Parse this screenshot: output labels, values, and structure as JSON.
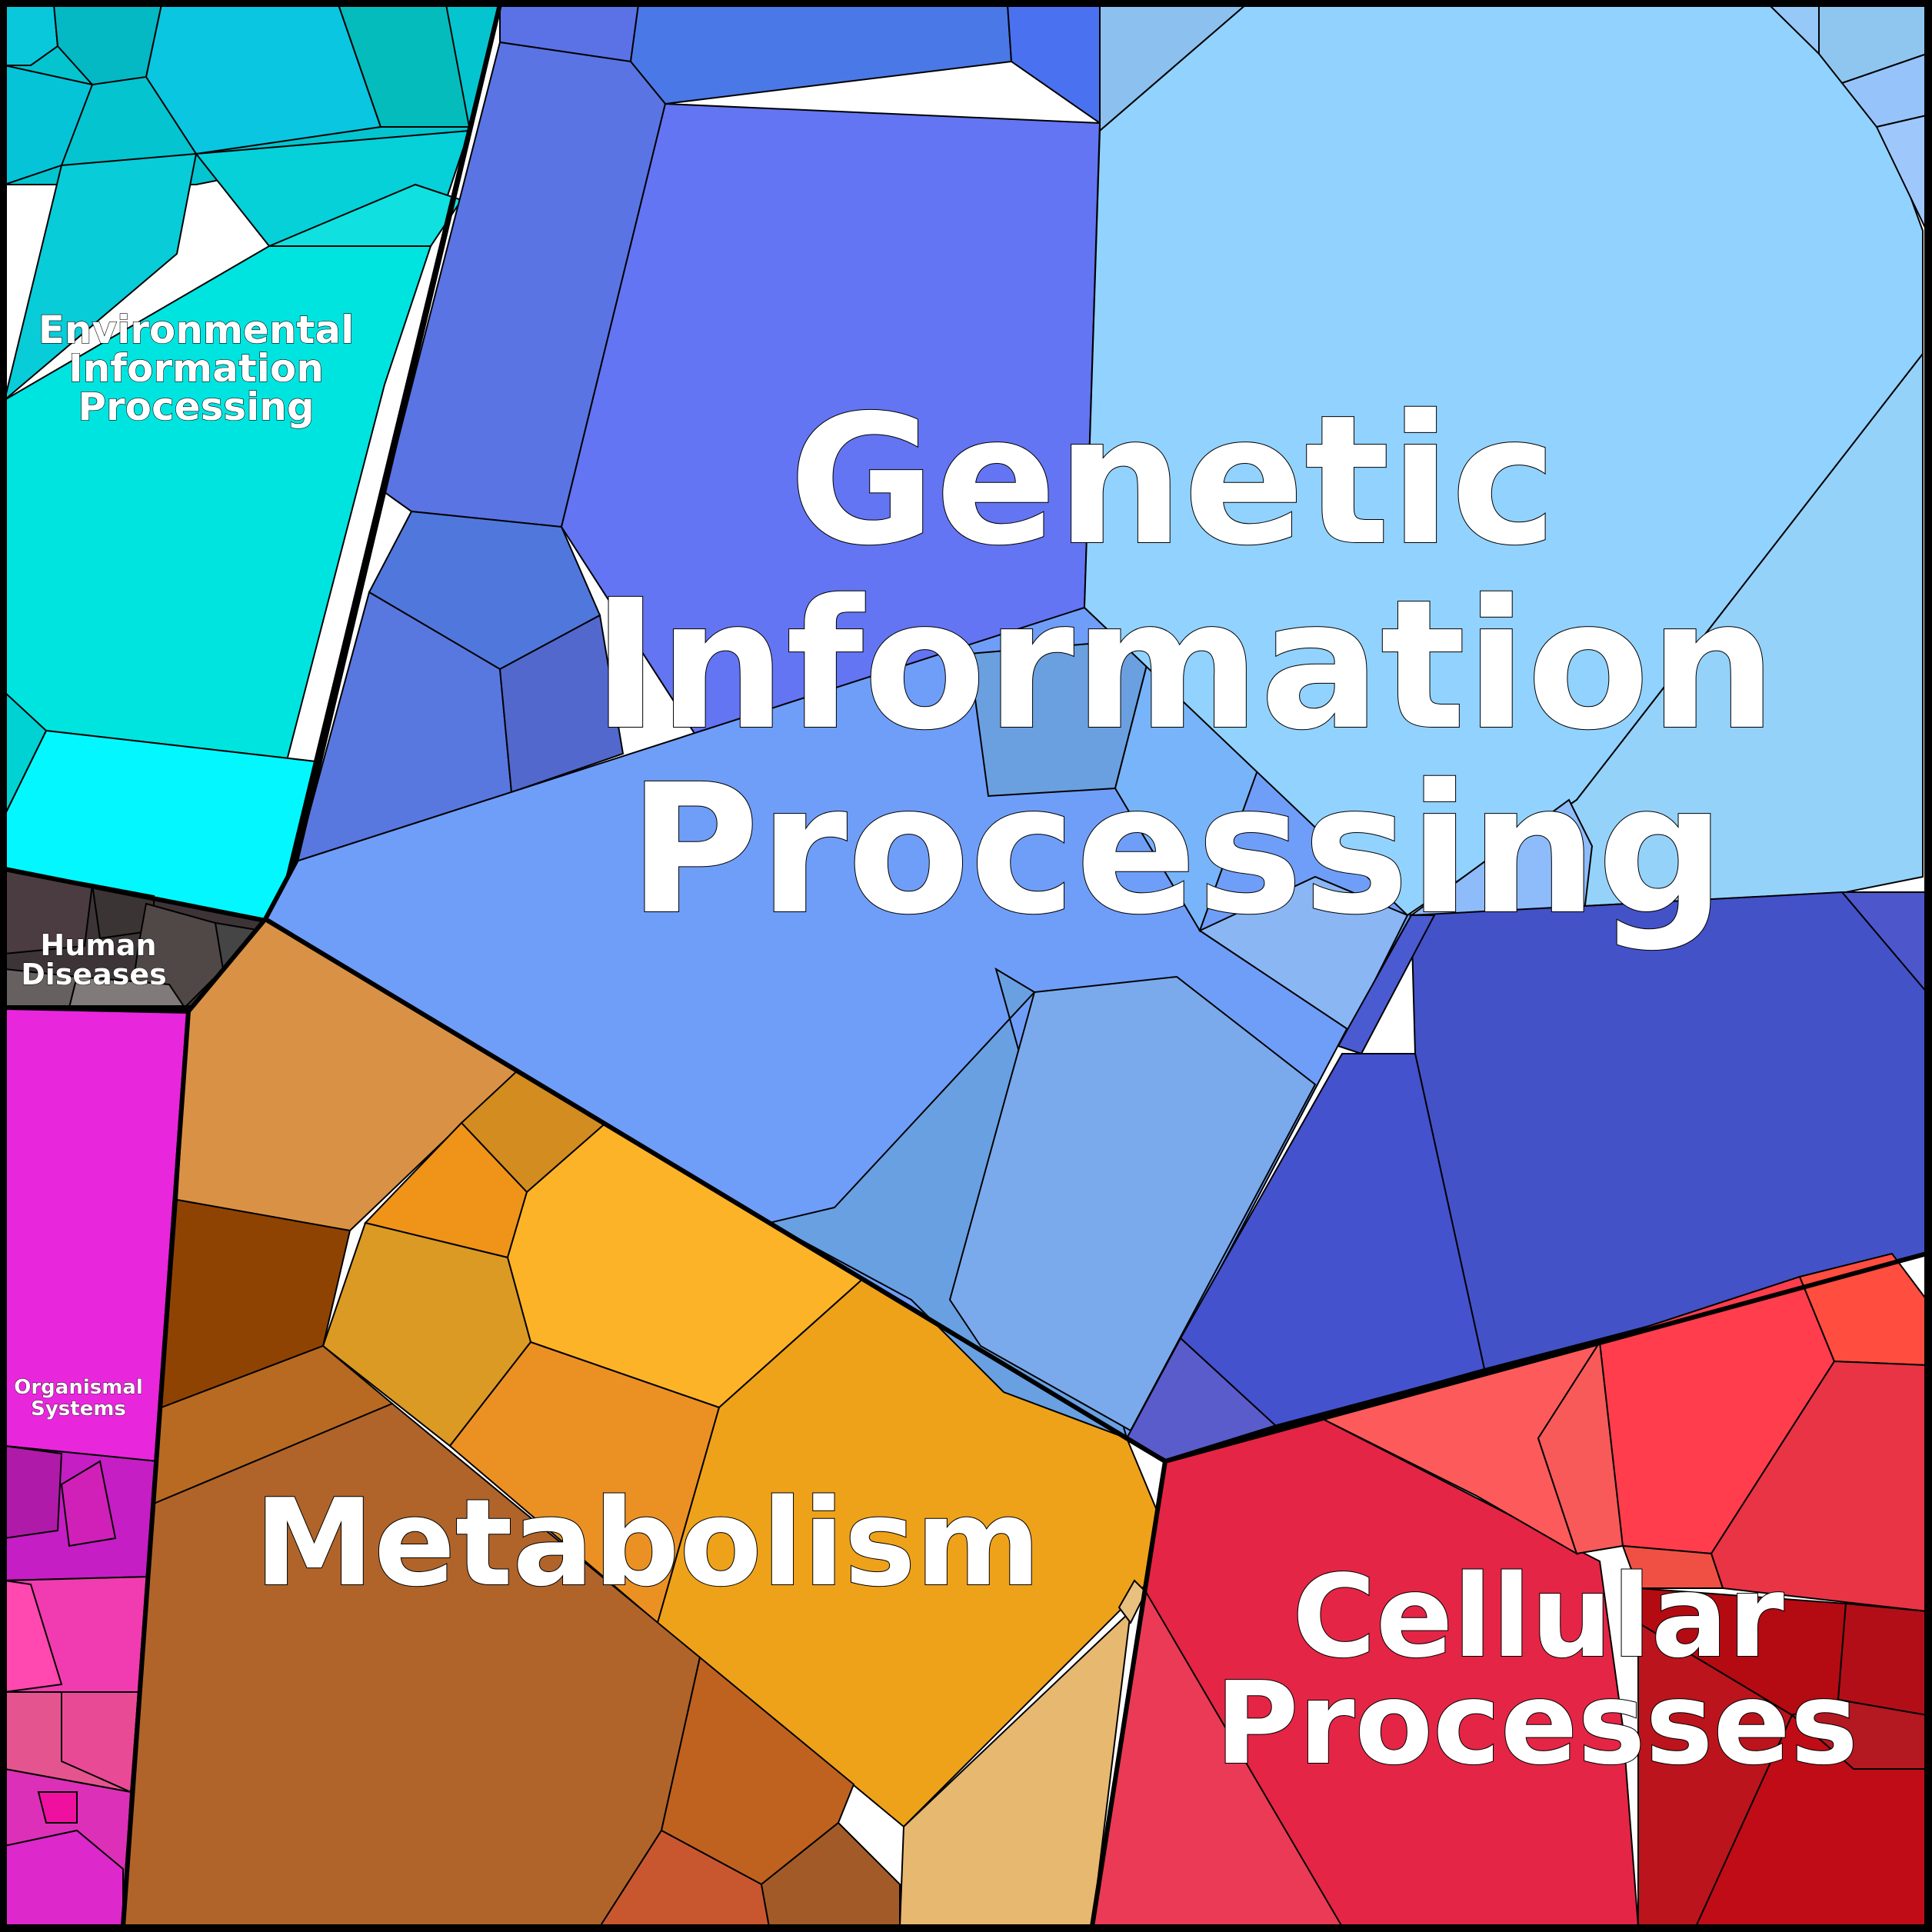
{
  "title": "",
  "regions": [
    {
      "id": "genetic",
      "label_lines": [
        "Genetic",
        "Information",
        "Processing"
      ],
      "color": "#6d9ef8"
    },
    {
      "id": "metabolism",
      "label_lines": [
        "Metabolism"
      ],
      "color": "#e8a02a"
    },
    {
      "id": "cellular",
      "label_lines": [
        "Cellular",
        "Processes"
      ],
      "color": "#e0263f"
    },
    {
      "id": "environmental",
      "label_lines": [
        "Environmental",
        "Information",
        "Processing"
      ],
      "color": "#00e6e6"
    },
    {
      "id": "human",
      "label_lines": [
        "Human",
        "Diseases"
      ],
      "color": "#4a4040"
    },
    {
      "id": "organismal",
      "label_lines": [
        "Organismal",
        "Systems"
      ],
      "color": "#e826dc"
    }
  ]
}
